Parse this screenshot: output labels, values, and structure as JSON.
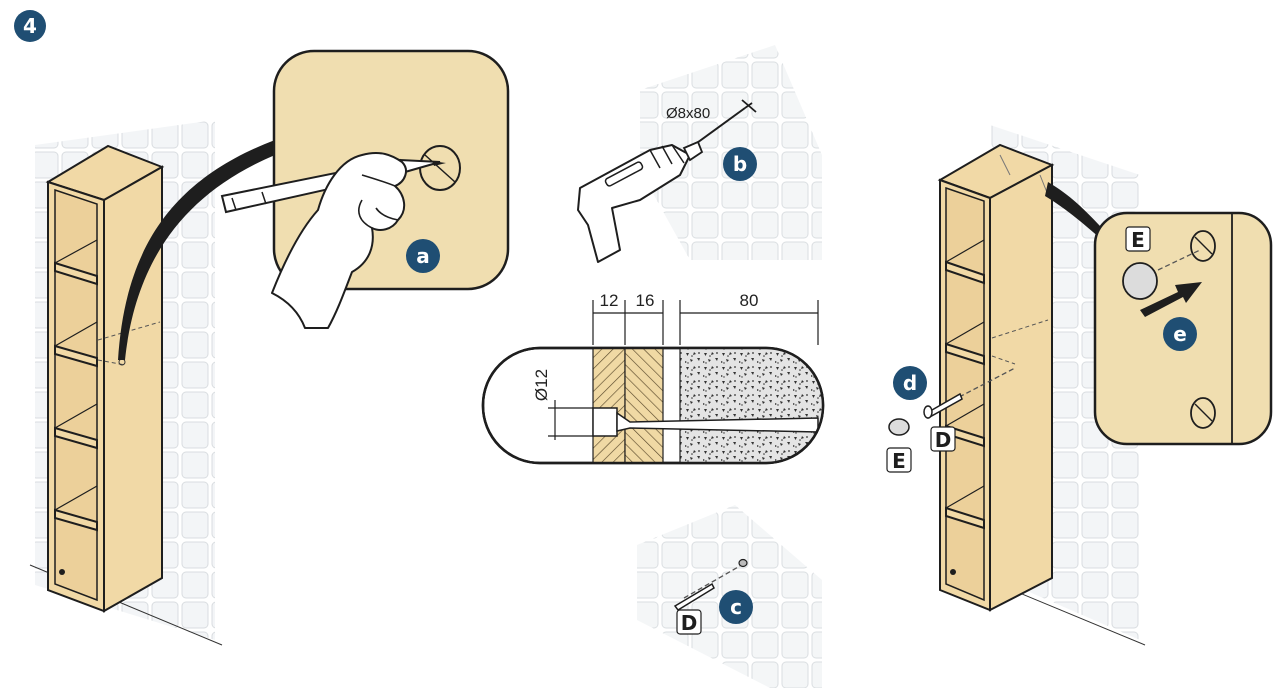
{
  "step": {
    "number": "4"
  },
  "markers": {
    "a": "a",
    "b": "b",
    "c": "c",
    "d": "d",
    "e": "e"
  },
  "parts": {
    "D": "D",
    "E": "E"
  },
  "drill_spec": "Ø8x80",
  "dimensions": {
    "board1": "12",
    "board2": "16",
    "depth": "80",
    "diameter": "Ø12"
  },
  "colors": {
    "accent": "#1f4e73",
    "wood": "#f1d9a6",
    "detail_bg": "#f0deb0",
    "line": "#1e1e1e",
    "tile": "#e6e9ec"
  }
}
